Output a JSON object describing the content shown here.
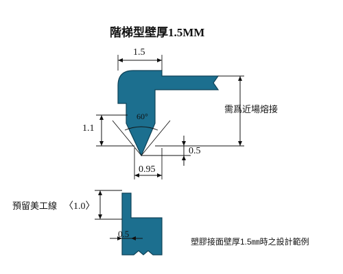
{
  "title": "階梯型壁厚1.5MM",
  "dimensions": {
    "top_width": "1.5",
    "rib_height": "1.1",
    "angle": "60°",
    "tip_offset": "0.5",
    "base_width": "0.95",
    "lip_height": "〈1.0〉",
    "lip_width": "0.5"
  },
  "labels": {
    "weld_note": "需爲近場熔接",
    "finish_note": "預留美工線",
    "caption": "塑膠接面壁厚1.5㎜時之設計範例"
  },
  "colors": {
    "part_fill": "#1c6f8f",
    "part_edge": "#0e4257"
  }
}
